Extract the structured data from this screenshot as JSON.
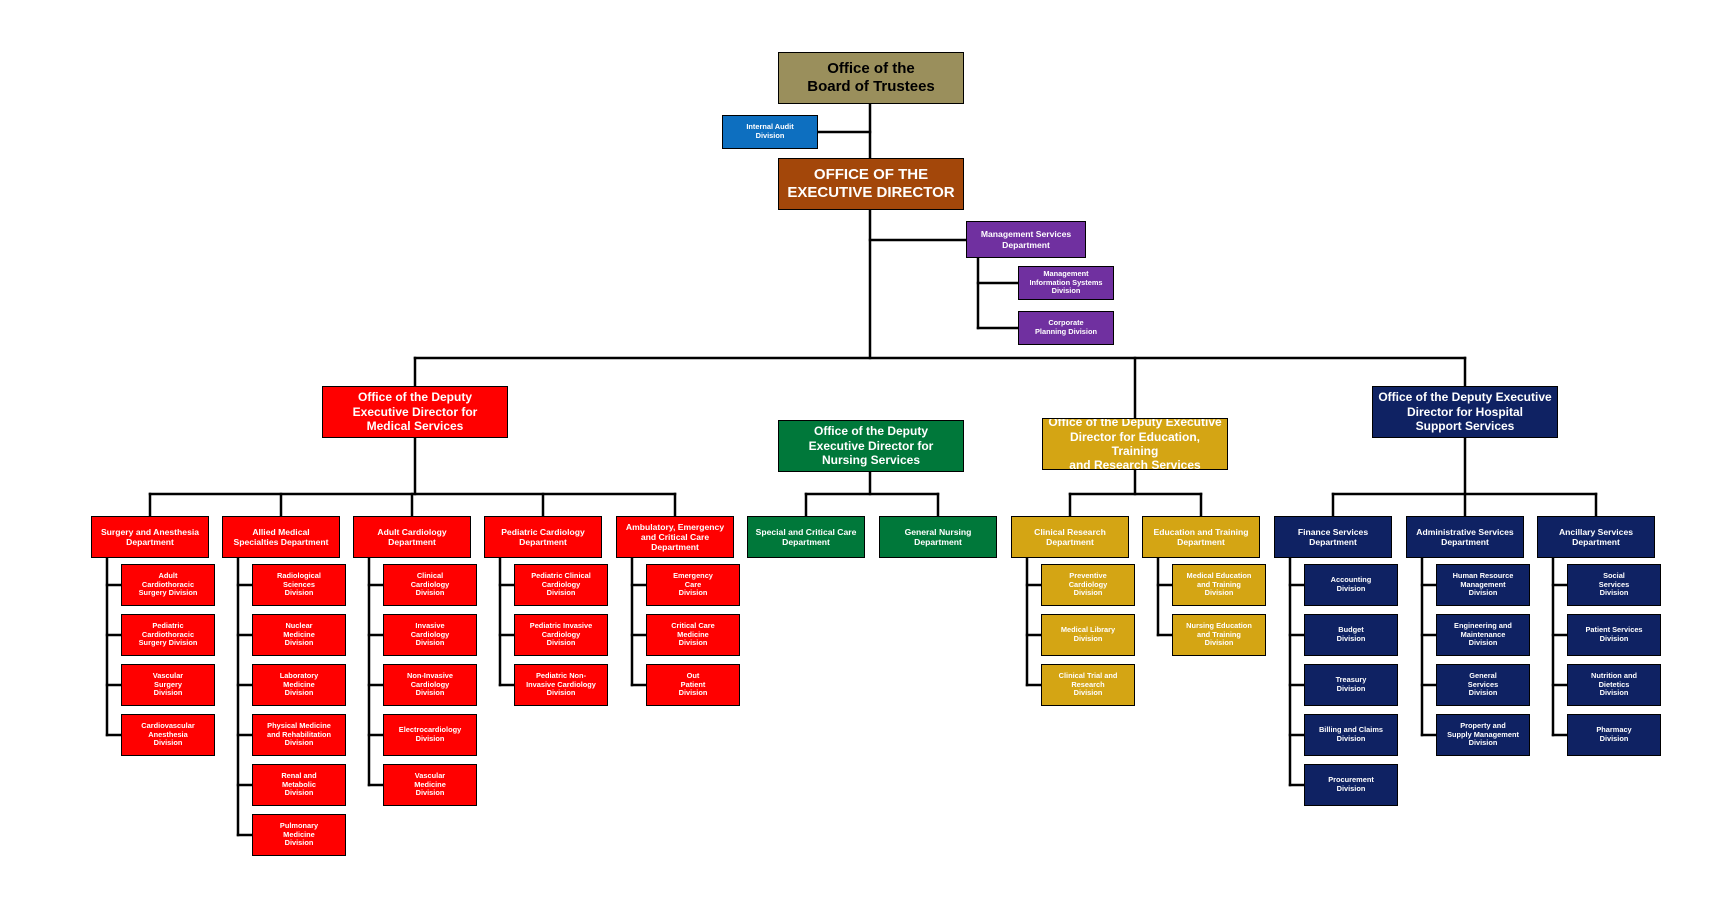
{
  "colors": {
    "board": "#9a8f5c",
    "audit": "#0d6fc0",
    "executive": "#a3470a",
    "management": "#7030a0",
    "medical": "#ff0000",
    "nursing": "#00783a",
    "education": "#d4a514",
    "support": "#0f2263",
    "connector": "#000000"
  },
  "top": {
    "board": "Office of the\nBoard of Trustees",
    "internal_audit": "Internal Audit\nDivision",
    "executive": "OFFICE OF THE\nEXECUTIVE DIRECTOR"
  },
  "management": {
    "department": "Management Services\nDepartment",
    "divisions": [
      "Management\nInformation Systems\nDivision",
      "Corporate\nPlanning Division"
    ]
  },
  "medical": {
    "head": "Office of the Deputy\nExecutive Director for\nMedical Services",
    "departments": [
      {
        "name": "Surgery and Anesthesia\nDepartment",
        "divisions": [
          "Adult\nCardiothoracic\nSurgery Division",
          "Pediatric\nCardiothoracic\nSurgery Division",
          "Vascular\nSurgery\nDivision",
          "Cardiovascular\nAnesthesia\nDivision"
        ]
      },
      {
        "name": "Allied Medical\nSpecialties Department",
        "divisions": [
          "Radiological\nSciences\nDivision",
          "Nuclear\nMedicine\nDivision",
          "Laboratory\nMedicine\nDivision",
          "Physical Medicine\nand Rehabilitation\nDivision",
          "Renal and\nMetabolic\nDivision",
          "Pulmonary\nMedicine\nDivision"
        ]
      },
      {
        "name": "Adult Cardiology\nDepartment",
        "divisions": [
          "Clinical\nCardiology\nDivision",
          "Invasive\nCardiology\nDivision",
          "Non-Invasive\nCardiology\nDivision",
          "Electrocardiology\nDivision",
          "Vascular\nMedicine\nDivision"
        ]
      },
      {
        "name": "Pediatric Cardiology\nDepartment",
        "divisions": [
          "Pediatric Clinical\nCardiology\nDivision",
          "Pediatric Invasive\nCardiology\nDivision",
          "Pediatric Non-\nInvasive Cardiology\nDivision"
        ]
      },
      {
        "name": "Ambulatory, Emergency\nand Critical Care\nDepartment",
        "divisions": [
          "Emergency\nCare\nDivision",
          "Critical Care\nMedicine\nDivision",
          "Out\nPatient\nDivision"
        ]
      }
    ]
  },
  "nursing": {
    "head": "Office of the Deputy\nExecutive Director for\nNursing Services",
    "departments": [
      {
        "name": "Special and Critical Care\nDepartment",
        "divisions": []
      },
      {
        "name": "General Nursing\nDepartment",
        "divisions": []
      }
    ]
  },
  "education": {
    "head": "Office of the Deputy Executive\nDirector for Education, Training\nand Research Services",
    "departments": [
      {
        "name": "Clinical Research\nDepartment",
        "divisions": [
          "Preventive\nCardiology\nDivision",
          "Medical Library\nDivision",
          "Clinical Trial and\nResearch\nDivision"
        ]
      },
      {
        "name": "Education and Training\nDepartment",
        "divisions": [
          "Medical Education\nand Training\nDivision",
          "Nursing Education\nand Training\nDivision"
        ]
      }
    ]
  },
  "support": {
    "head": "Office of the Deputy Executive\nDirector for Hospital\nSupport Services",
    "departments": [
      {
        "name": "Finance Services\nDepartment",
        "divisions": [
          "Accounting\nDivision",
          "Budget\nDivision",
          "Treasury\nDivision",
          "Billing and Claims\nDivision",
          "Procurement\nDivision"
        ]
      },
      {
        "name": "Administrative Services\nDepartment",
        "divisions": [
          "Human Resource\nManagement\nDivision",
          "Engineering and\nMaintenance\nDivision",
          "General\nServices\nDivision",
          "Property and\nSupply Management\nDivision"
        ]
      },
      {
        "name": "Ancillary Services\nDepartment",
        "divisions": [
          "Social\nServices\nDivision",
          "Patient Services\nDivision",
          "Nutrition and\nDietetics\nDivision",
          "Pharmacy\nDivision"
        ]
      }
    ]
  }
}
